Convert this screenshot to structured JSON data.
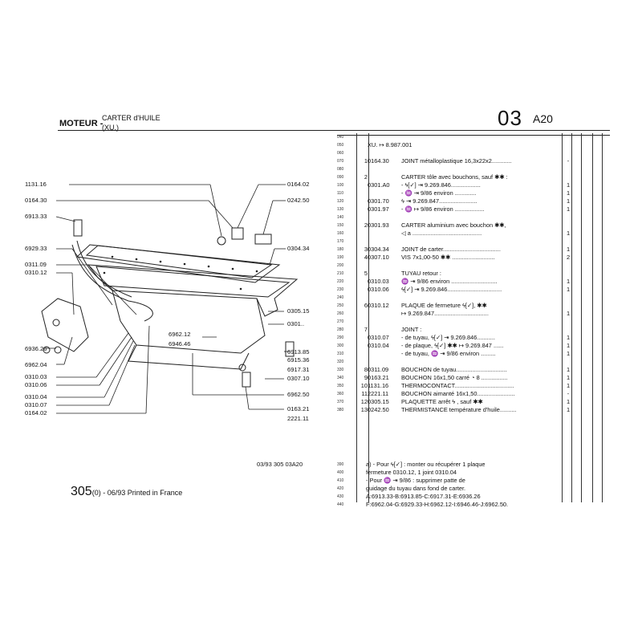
{
  "header": {
    "section": "MOTEUR -",
    "title": "CARTER d'HUILE",
    "subtitle": "(XU.)",
    "group": "03",
    "page_code": "A20"
  },
  "table": {
    "rows": [
      {
        "line": "040",
        "item": "",
        "ref": "",
        "desc": "",
        "qty": ""
      },
      {
        "line": "050",
        "item": "",
        "ref": "",
        "desc": "XU. ↦ 8.987.001",
        "qty": "",
        "wide": true
      },
      {
        "line": "060",
        "item": "",
        "ref": "",
        "desc": "",
        "qty": ""
      },
      {
        "line": "070",
        "item": "1",
        "ref": "0164.30",
        "desc": "JOINT métalloplastique 16,3x22x2............",
        "qty": "-"
      },
      {
        "line": "080",
        "item": "",
        "ref": "",
        "desc": "",
        "qty": ""
      },
      {
        "line": "090",
        "item": "2",
        "ref": "",
        "desc": "CARTER tôle avec bouchons, sauf ✱✱ :",
        "qty": ""
      },
      {
        "line": "100",
        "item": "",
        "ref": "0301.A0",
        "desc": "- ϟ[✓] ⇥ 9.269.846..................",
        "qty": "1"
      },
      {
        "line": "110",
        "item": "",
        "ref": "",
        "desc": "- ♒ ⇥ 9/86 environ .............",
        "qty": "1"
      },
      {
        "line": "120",
        "item": "",
        "ref": "0301.70",
        "desc": "ϟ ⇥ 9.269.847.......................",
        "qty": "1"
      },
      {
        "line": "130",
        "item": "",
        "ref": "0301.97",
        "desc": "- ♒ ↦ 9/86 environ ..................",
        "qty": "1"
      },
      {
        "line": "140",
        "item": "",
        "ref": "",
        "desc": "",
        "qty": ""
      },
      {
        "line": "150",
        "item": "2",
        "ref": "0301.93",
        "desc": "CARTER aluminium avec bouchon ✱✱,",
        "qty": ""
      },
      {
        "line": "160",
        "item": "",
        "ref": "",
        "desc": "◁ a ..........................................",
        "qty": "1"
      },
      {
        "line": "170",
        "item": "",
        "ref": "",
        "desc": "",
        "qty": ""
      },
      {
        "line": "180",
        "item": "3",
        "ref": "0304.34",
        "desc": "JOINT de carter...................................",
        "qty": "1"
      },
      {
        "line": "190",
        "item": "4",
        "ref": "0307.10",
        "desc": "VIS 7x1,00-50 ✱✱ ..........................",
        "qty": "2"
      },
      {
        "line": "200",
        "item": "",
        "ref": "",
        "desc": "",
        "qty": ""
      },
      {
        "line": "210",
        "item": "5",
        "ref": "",
        "desc": "TUYAU retour :",
        "qty": ""
      },
      {
        "line": "220",
        "item": "",
        "ref": "0310.03",
        "desc": "♒ ⇥ 9/86 environ ............................",
        "qty": "1"
      },
      {
        "line": "230",
        "item": "",
        "ref": "0310.06",
        "desc": "ϟ[✓] ⇥ 9.269.846.................................",
        "qty": "1"
      },
      {
        "line": "240",
        "item": "",
        "ref": "",
        "desc": "",
        "qty": ""
      },
      {
        "line": "250",
        "item": "6",
        "ref": "0310.12",
        "desc": "PLAQUE de fermeture ϟ[✓], ✱✱",
        "qty": ""
      },
      {
        "line": "260",
        "item": "",
        "ref": "",
        "desc": "↦ 9.269.847.................................",
        "qty": "1"
      },
      {
        "line": "270",
        "item": "",
        "ref": "",
        "desc": "",
        "qty": ""
      },
      {
        "line": "280",
        "item": "7",
        "ref": "",
        "desc": "JOINT :",
        "qty": ""
      },
      {
        "line": "290",
        "item": "",
        "ref": "0310.07",
        "desc": "- de tuyau, ϟ[✓] ⇥ 9.269.846...........",
        "qty": "1"
      },
      {
        "line": "300",
        "item": "",
        "ref": "0310.04",
        "desc": "- de plaque, ϟ[✓] ✱✱ ↦ 9.269.847 ......",
        "qty": "1"
      },
      {
        "line": "310",
        "item": "",
        "ref": "",
        "desc": "- de tuyau, ♒ ⇥ 9/86 environ .........",
        "qty": "1"
      },
      {
        "line": "320",
        "item": "",
        "ref": "",
        "desc": "",
        "qty": ""
      },
      {
        "line": "330",
        "item": "8",
        "ref": "0311.09",
        "desc": "BOUCHON de tuyau...............................",
        "qty": "1"
      },
      {
        "line": "340",
        "item": "9",
        "ref": "0163.21",
        "desc": "BOUCHON 16x1,50 carré ◔ 8 ................",
        "qty": "1"
      },
      {
        "line": "350",
        "item": "10",
        "ref": "1131.16",
        "desc": "THERMOCONTACT....................................",
        "qty": "1"
      },
      {
        "line": "360",
        "item": "11",
        "ref": "2221.11",
        "desc": "BOUCHON aimanté 16x1,50.......................",
        "qty": "-"
      },
      {
        "line": "370",
        "item": "12",
        "ref": "0305.15",
        "desc": "PLAQUETTE arrêt ϟ , sauf ✱✱",
        "qty": "1"
      },
      {
        "line": "380",
        "item": "13",
        "ref": "0242.50",
        "desc": "THERMISTANCE température d'huile..........",
        "qty": "1"
      }
    ],
    "notes": [
      {
        "line": "390",
        "text": "a) - Pour ϟ[✓] : monter ou récupérer 1 plaque"
      },
      {
        "line": "400",
        "text": "fermeture 0310.12, 1 joint 0310.04"
      },
      {
        "line": "410",
        "text": "- Pour ♒ ⇥ 9/86 : supprimer patte de"
      },
      {
        "line": "420",
        "text": "guidage du tuyau dans fond de carter."
      },
      {
        "line": "430",
        "text": "A:6913.33-B:6913.85-C:6917.31-E:6936.26"
      },
      {
        "line": "440",
        "text": "F:6962.04-G:6929.33-H:6962.12-I:6946.46-J:6962.50."
      }
    ]
  },
  "diagram": {
    "labels": {
      "l1131_16": "1131.16",
      "l0164_30": "0164.30",
      "l6913_33": "6913.33",
      "l6929_33": "6929.33",
      "l0311_09": "0311.09",
      "l0310_12": "0310.12",
      "l6936_26": "6936.26",
      "l6962_04": "6962.04",
      "l0310_03": "0310.03",
      "l0310_06": "0310.06",
      "l0310_04": "0310.04",
      "l0310_07": "0310.07",
      "l0164_02b": "0164.02",
      "l0164_02": "0164.02",
      "l0242_50": "0242.50",
      "l0304_34": "0304.34",
      "l0305_15": "0305.15",
      "l0301": "0301..",
      "l6962_12": "6962.12",
      "l6946_46": "6946.46",
      "l6913_85": "6913.85",
      "l6915_36": "6915.36",
      "l6917_31": "6917.31",
      "l0307_10": "0307.10",
      "l6962_50": "6962.50",
      "l0163_21": "0163.21",
      "l2221_11": "2221.11"
    }
  },
  "footer": {
    "code": "03/93  305  03A20",
    "page_number": "305",
    "print_info": "(0) - 06/93 Printed in France"
  }
}
